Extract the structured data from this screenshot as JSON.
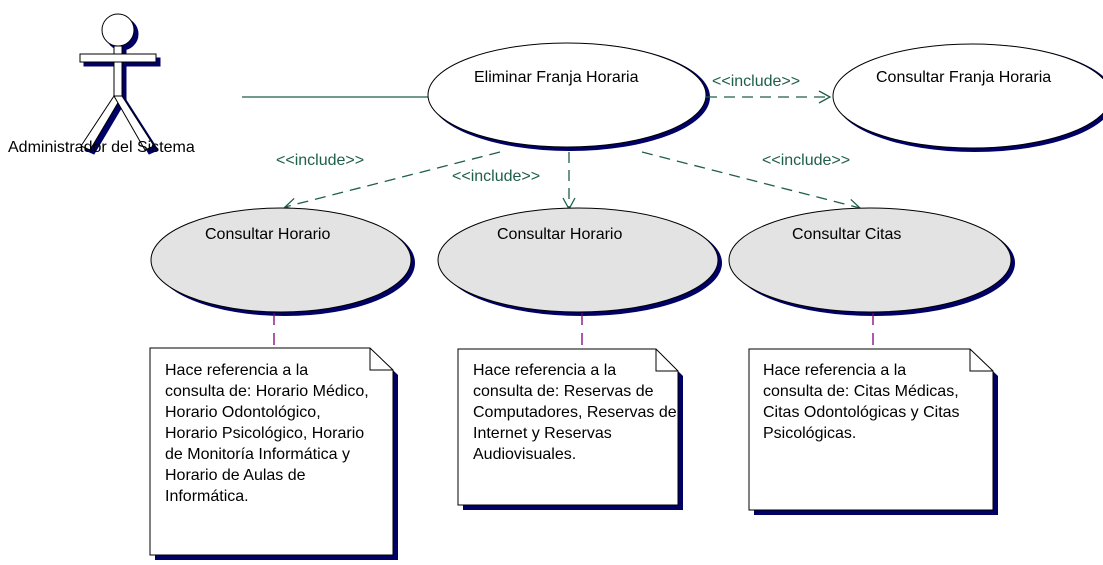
{
  "actor": {
    "name": "Administrador del Sistema"
  },
  "use_cases": {
    "main": "Eliminar Franja Horaria",
    "consult_franja": "Consultar Franja Horaria",
    "consult_horario_1": "Consultar Horario",
    "consult_horario_2": "Consultar Horario",
    "consult_citas": "Consultar Citas"
  },
  "relations": {
    "include_1": "<<include>>",
    "include_2": "<<include>>",
    "include_3": "<<include>>",
    "include_4": "<<include>>"
  },
  "notes": {
    "note_1": "Hace referencia a la consulta de: Horario Médico, Horario Odontológico, Horario Psicológico, Horario de Monitoría Informática y Horario de Aulas de Informática.",
    "note_2": "Hace referencia a la consulta de: Reservas de Computadores, Reservas de Internet y Reservas Audiovisuales.",
    "note_3": "Hace referencia a la consulta de: Citas Médicas, Citas Odontológicas y Citas Psicológicas."
  },
  "colors": {
    "use_case_fill": "#e3e3e3",
    "shadow": "#000066",
    "include_arrow": "#1e5f4a",
    "anchor_line": "#800080",
    "association_line": "#1e5f4a"
  }
}
